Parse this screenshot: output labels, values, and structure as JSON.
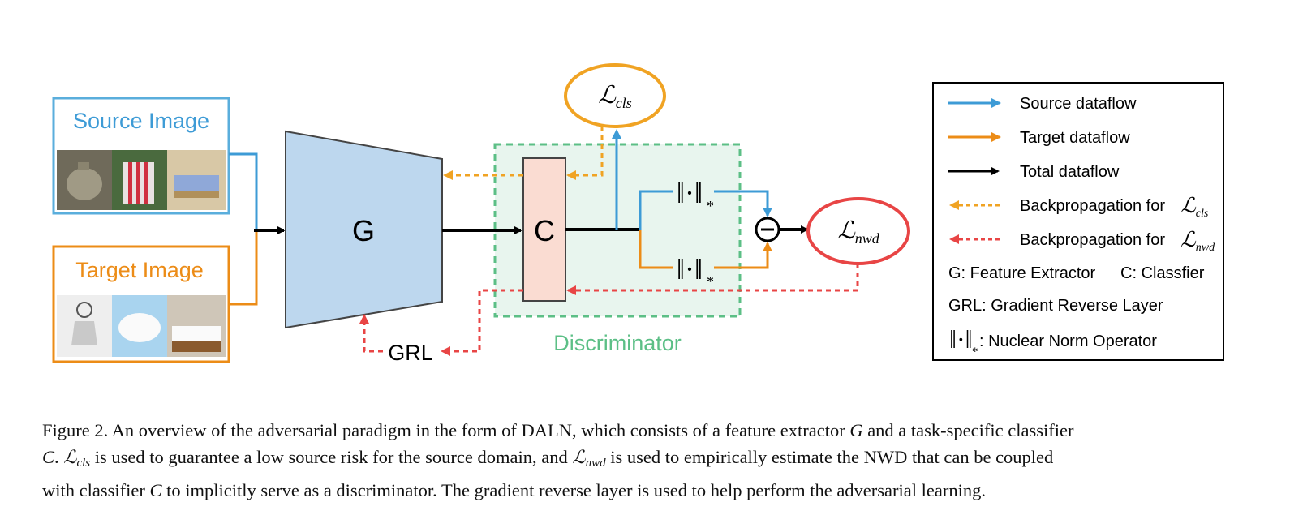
{
  "colors": {
    "source": "#3d9bd6",
    "target": "#ec8c17",
    "total": "#000000",
    "backprop_cls": "#f0a323",
    "backprop_nwd": "#e84545",
    "discriminator": "#5cbf86",
    "discriminator_fill": "#e8f5ee",
    "generator_fill": "#bdd7ee",
    "classifier_fill": "#fadcd2"
  },
  "inputs": {
    "source_title": "Source Image",
    "target_title": "Target Image"
  },
  "nodes": {
    "generator": "G",
    "classifier": "C",
    "grl": "GRL",
    "discriminator": "Discriminator",
    "loss_cls": {
      "symbol": "ℒ",
      "sub": "cls"
    },
    "loss_nwd": {
      "symbol": "ℒ",
      "sub": "nwd"
    },
    "norm_top": "‖·‖",
    "norm_bottom": "‖·‖",
    "norm_sub": "*",
    "minus_icon": "minus"
  },
  "legend": {
    "source": "Source dataflow",
    "target": "Target dataflow",
    "total": "Total dataflow",
    "backprop_cls": "Backpropagation for",
    "backprop_cls_sub": "cls",
    "backprop_nwd": "Backpropagation for",
    "backprop_nwd_sub": "nwd",
    "g_def": "G: Feature Extractor",
    "c_def": "C: Classfier",
    "grl_def": "GRL: Gradient Reverse Layer",
    "norm_def": ": Nuclear Norm Operator"
  },
  "caption": {
    "p1": "Figure 2. An overview of the adversarial paradigm in the form of DALN, which consists of a feature extractor ",
    "G": "G",
    "p2": " and a task-specific classifier",
    "C1": "C",
    "p3": ". ",
    "cls_sub": "cls",
    "p4": " is used to guarantee a low source risk for the source domain, and ",
    "nwd_sub": "nwd",
    "p5": " is used to empirically estimate the NWD that can be coupled",
    "p6": "with classifier ",
    "C2": "C",
    "p7": " to implicitly serve as a discriminator. The gradient reverse layer is used to help perform the adversarial learning."
  }
}
